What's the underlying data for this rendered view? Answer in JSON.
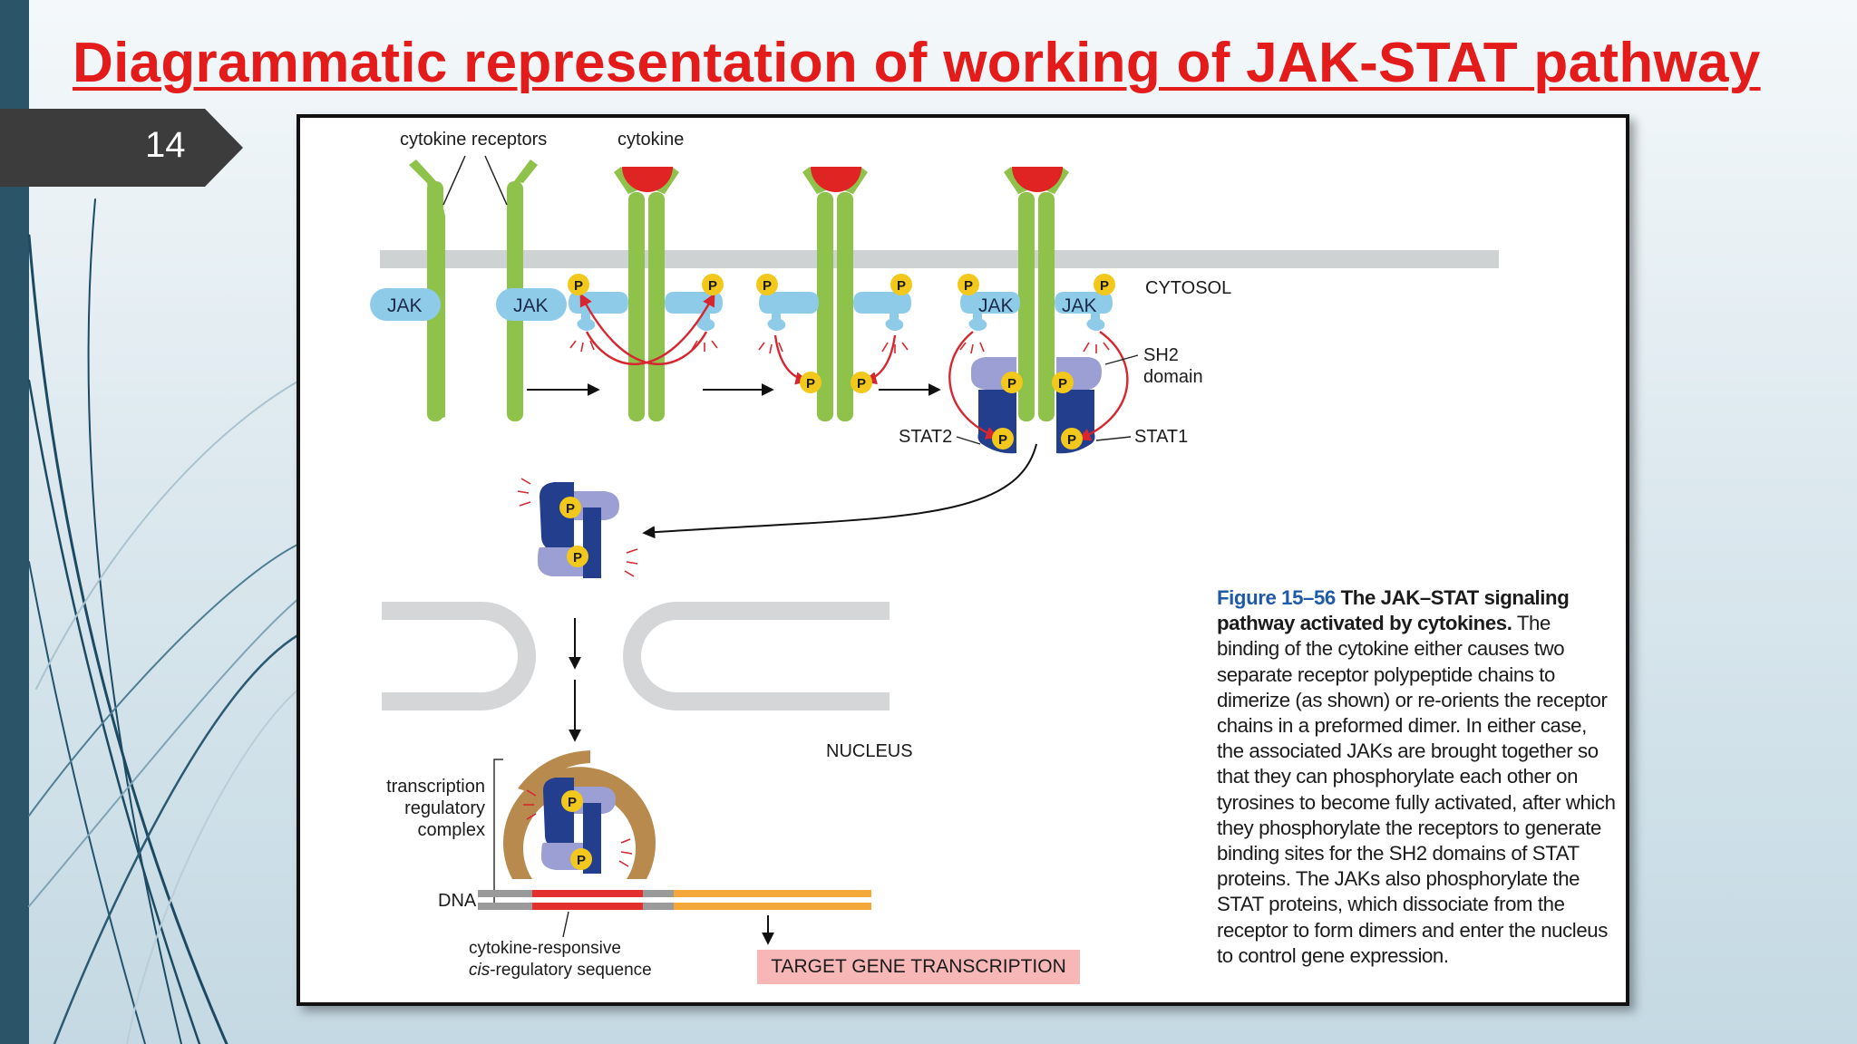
{
  "slide": {
    "title": "Diagrammatic representation of working of JAK-STAT pathway",
    "page_number": "14"
  },
  "figure": {
    "labels": {
      "cytokine_receptors": "cytokine receptors",
      "cytokine": "cytokine",
      "cytosol": "CYTOSOL",
      "jak": "JAK",
      "p": "P",
      "sh2_line1": "SH2",
      "sh2_line2": "domain",
      "stat2": "STAT2",
      "stat1": "STAT1",
      "nucleus": "NUCLEUS",
      "trc_line1": "transcription",
      "trc_line2": "regulatory",
      "trc_line3": "complex",
      "dna": "DNA",
      "crs_line1": "cytokine-responsive",
      "crs_line2_italic": "cis",
      "crs_line2_rest": "-regulatory sequence",
      "target_gene": "TARGET GENE TRANSCRIPTION"
    },
    "caption": {
      "figure_number": "Figure 15–56",
      "title": "The JAK–STAT signaling pathway activated by cytokines.",
      "body": "The binding of the cytokine either causes two separate receptor polypeptide chains to dimerize (as shown) or re-orients the receptor chains in a preformed dimer. In either case, the associated JAKs are brought together so that they can phosphorylate each other on tyrosines to become fully activated, after which they phosphorylate the receptors to generate binding sites for the SH2 domains of STAT proteins. The JAKs also phosphorylate the STAT proteins, which dissociate from the receptor to form dimers and enter the nucleus to control gene expression."
    },
    "colors": {
      "receptor": "#8fc24a",
      "membrane": "#cfd2d3",
      "cytokine": "#e02424",
      "jak": "#8ecbe8",
      "phosphate": "#f2c81c",
      "stat_dark": "#223e8c",
      "stat_light": "#9b9fd4",
      "arrow_red": "#d7262f",
      "regulatory_complex": "#b98a4e",
      "dna_red": "#e3302e",
      "dna_orange": "#f4a83a",
      "dna_gray": "#9a9a9a",
      "title_red": "#e31b1b"
    }
  }
}
